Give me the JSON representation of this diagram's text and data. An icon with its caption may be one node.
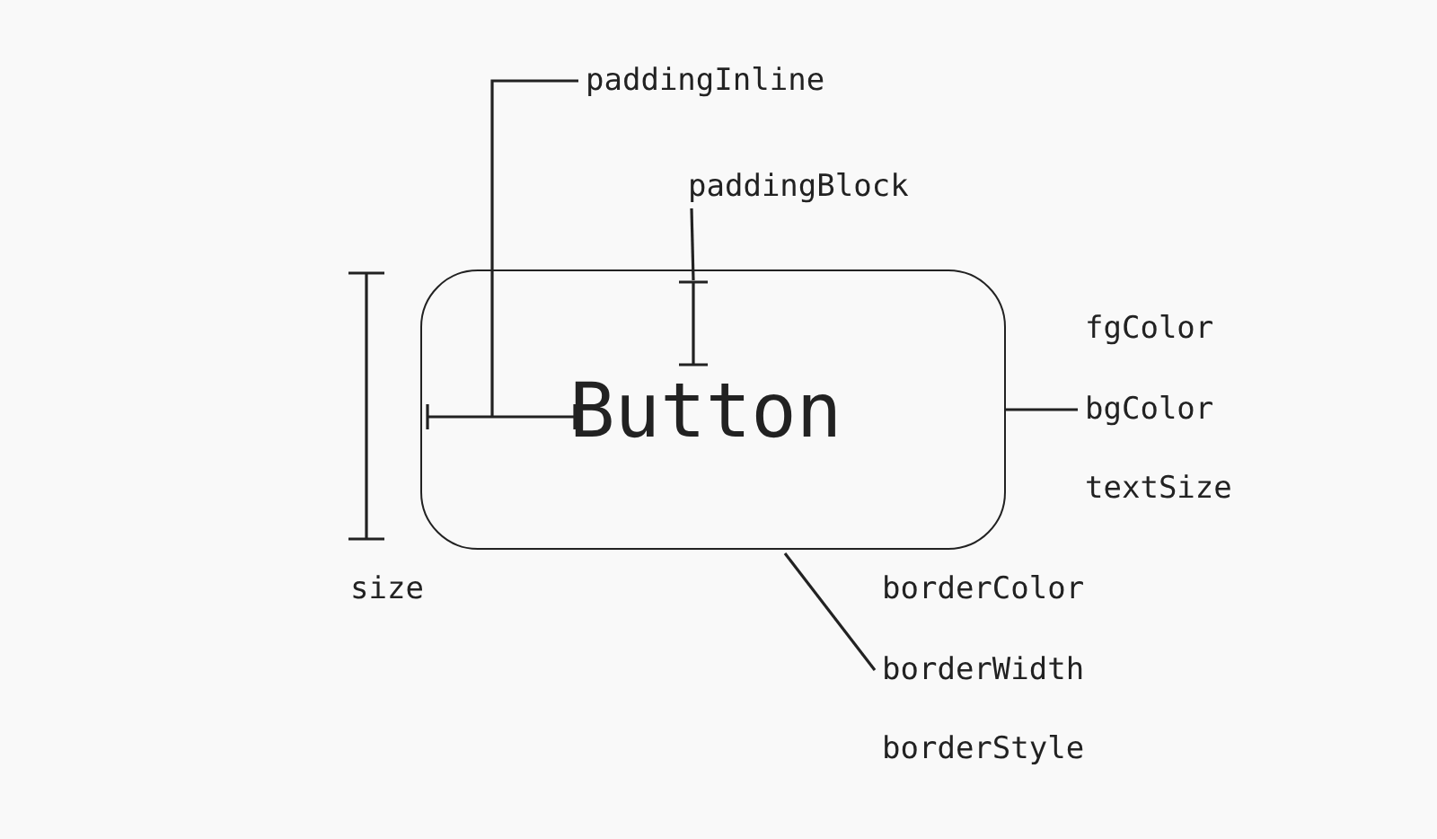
{
  "diagram": {
    "nodes": [
      {
        "text": [
          "paddingInline"
        ]
      },
      {
        "text": [
          "paddingBlock"
        ]
      },
      {
        "text": [
          "Button"
        ]
      },
      {
        "text": [
          "bgColor"
        ]
      },
      {
        "text": [
          "borderWidth"
        ]
      },
      {
        "text": [],
        "shape": "bar",
        "in": 2
      },
      {
        "text": [],
        "shape": "bar",
        "in": 2
      }
    ],
    "edges": [
      {
        "from": 0,
        "to": 5,
        "arrow": "none"
      },
      {
        "from": 1,
        "to": 6,
        "arrow": "none"
      },
      {
        "from": 3,
        "to": 2,
        "arrow": "none"
      },
      {
        "from": 4,
        "to": 2,
        "arrow": "none"
      }
    ],
    "labels": [
      "fgColor",
      "textSize",
      "size",
      "borderColor",
      "borderStyle"
    ]
  }
}
